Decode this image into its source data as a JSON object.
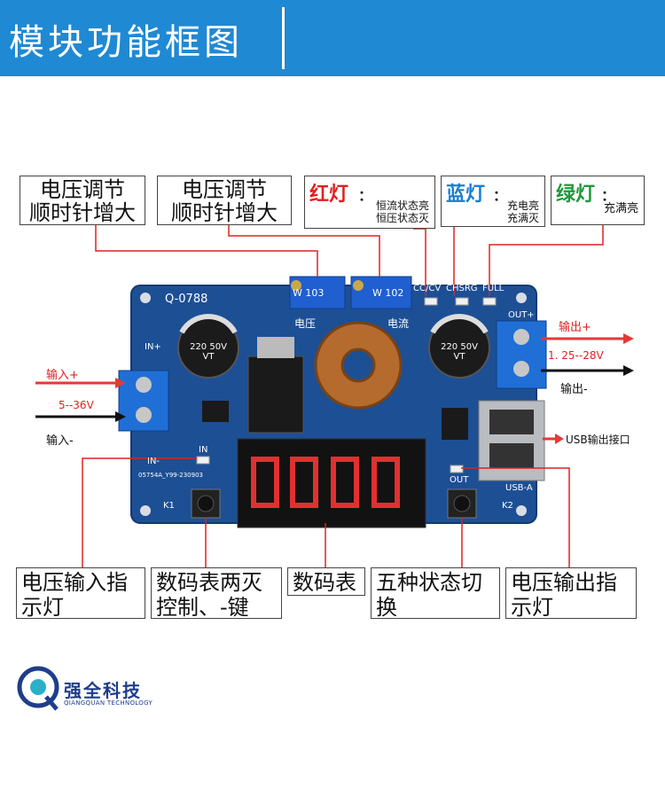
{
  "header": {
    "title": "模块功能框图"
  },
  "callouts": {
    "pot_voltage_left": {
      "line1": "电压调节",
      "line2": "顺时针增大"
    },
    "pot_voltage_right": {
      "line1": "电压调节",
      "line2": "顺时针增大"
    },
    "red_led": {
      "title": "红灯",
      "colon": "：",
      "line1": "恒流状态亮",
      "line2": "恒压状态灭",
      "color": "#e02020"
    },
    "blue_led": {
      "title": "蓝灯",
      "colon": "：",
      "line1": "充电亮",
      "line2": "充满灭",
      "color": "#1a7fd1"
    },
    "green_led": {
      "title": "绿灯",
      "colon": "：",
      "line1": "充满亮",
      "color": "#1f9a3a"
    },
    "input_led": {
      "line1": "电压输入指",
      "line2": "示灯"
    },
    "display_buttons": {
      "line1": "数码表两灭",
      "line2": "控制、-键"
    },
    "display": {
      "line1": "数码表"
    },
    "status_switch": {
      "line1": "五种状态切",
      "line2": "换"
    },
    "output_led": {
      "line1": "电压输出指",
      "line2": "示灯"
    }
  },
  "terminals": {
    "input_plus": "输入+",
    "input_range": "5--36V",
    "input_minus": "输入-",
    "output_plus": "输出+",
    "output_range": "1. 25--28V",
    "output_minus": "输出-",
    "usb_output": "USB输出接口"
  },
  "board": {
    "pot1_label": "W 103",
    "pot2_label": "W 102",
    "label_voltage": "电压",
    "label_current": "电流",
    "cc_cv": "CC/CV",
    "chsrg": "CHSRG",
    "full": "FULL",
    "out_plus": "OUT+",
    "in_plus": "IN+",
    "in_minus": "IN-",
    "in_label": "IN",
    "out_label": "OUT",
    "usb_a": "USB-A",
    "k1": "K1",
    "k2": "K2",
    "model": "Q-0788",
    "cap_text": "220 50V VT",
    "pcb_code": "05754A_Y99-230903"
  },
  "logo": {
    "name": "强全科技",
    "sub": "QIANGQUAN TECHNOLOGY"
  },
  "colors": {
    "header_bg": "#1f89d4",
    "pcb": "#1d4f95",
    "callout_line": "#e02020",
    "arrow_red": "#e53935"
  }
}
